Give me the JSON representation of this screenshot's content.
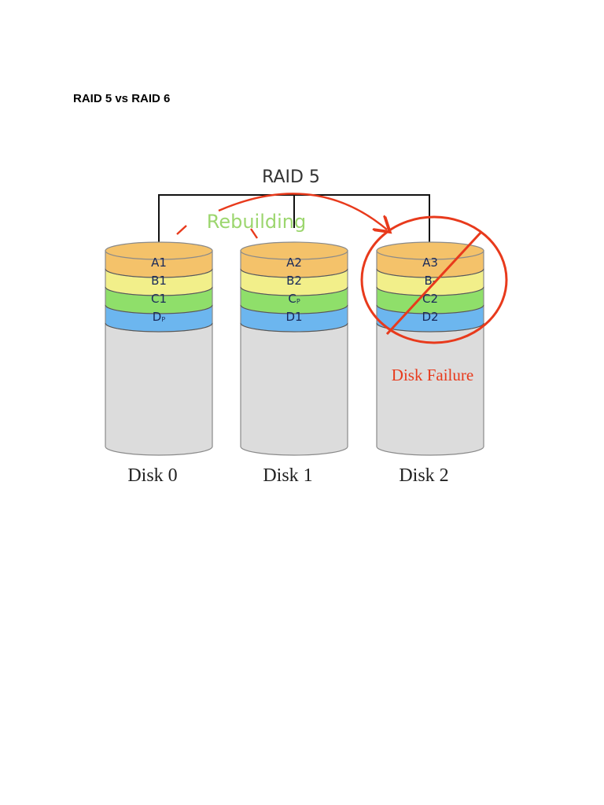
{
  "page": {
    "title": "RAID 5 vs RAID 6"
  },
  "figure": {
    "raid_label": "RAID 5",
    "rebuilding_label": "Rebuilding",
    "failure_label": "Disk Failure",
    "colors": {
      "row_a": "#f4c26a",
      "row_b": "#f2ef8a",
      "row_c": "#8fdf6a",
      "row_d": "#6cb6ef",
      "body": "#dcdcdc",
      "rebuilding": "#9cd66e",
      "failure": "#e83a1c"
    },
    "disks": [
      {
        "name": "Disk 0",
        "blocks": [
          {
            "letter": "A",
            "sub": "1"
          },
          {
            "letter": "B",
            "sub": "1"
          },
          {
            "letter": "C",
            "sub": "1"
          },
          {
            "letter": "D",
            "sub": "P"
          }
        ]
      },
      {
        "name": "Disk 1",
        "blocks": [
          {
            "letter": "A",
            "sub": "2"
          },
          {
            "letter": "B",
            "sub": "2"
          },
          {
            "letter": "C",
            "sub": "P"
          },
          {
            "letter": "D",
            "sub": "1"
          }
        ]
      },
      {
        "name": "Disk 2",
        "failed": true,
        "blocks": [
          {
            "letter": "A",
            "sub": "3"
          },
          {
            "letter": "B",
            "sub": "P"
          },
          {
            "letter": "C",
            "sub": "2"
          },
          {
            "letter": "D",
            "sub": "2"
          }
        ]
      }
    ]
  }
}
